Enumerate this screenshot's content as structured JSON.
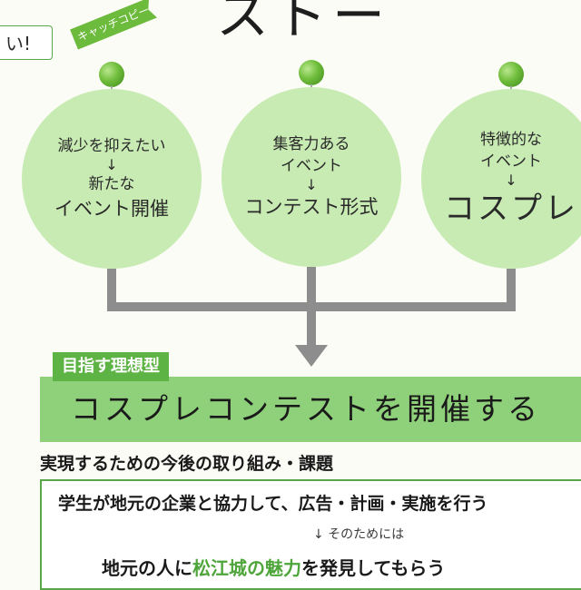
{
  "top_fragment": "い!",
  "title_fragment": "ストー",
  "catch_tag": "キャッチコピー",
  "circles": [
    {
      "lines": [
        "減少を抑えたい",
        "↓",
        "新たな",
        "イベント開催"
      ]
    },
    {
      "lines": [
        "集客力ある",
        "イベント",
        "↓",
        "コンテスト形式"
      ]
    },
    {
      "lines": [
        "特徴的な",
        "イベント",
        "↓",
        "コスプレ"
      ]
    }
  ],
  "goal": {
    "tag": "目指す理想型",
    "text": "コスプレコンテストを開催する"
  },
  "initiatives": {
    "title": "実現するための今後の取り組み・課題",
    "line1": "学生が地元の企業と協力して、広告・計画・実施を行う",
    "line2": "↓ そのためには",
    "line3_parts": [
      "地元の人に",
      "松江城の魅力",
      "を発見してもらう"
    ]
  },
  "colors": {
    "circle": "#c8ebb3",
    "accent_green": "#5db343",
    "goal_band": "#8fd07a",
    "highlight": "#4ea53a",
    "connector": "#8d8d8d"
  }
}
